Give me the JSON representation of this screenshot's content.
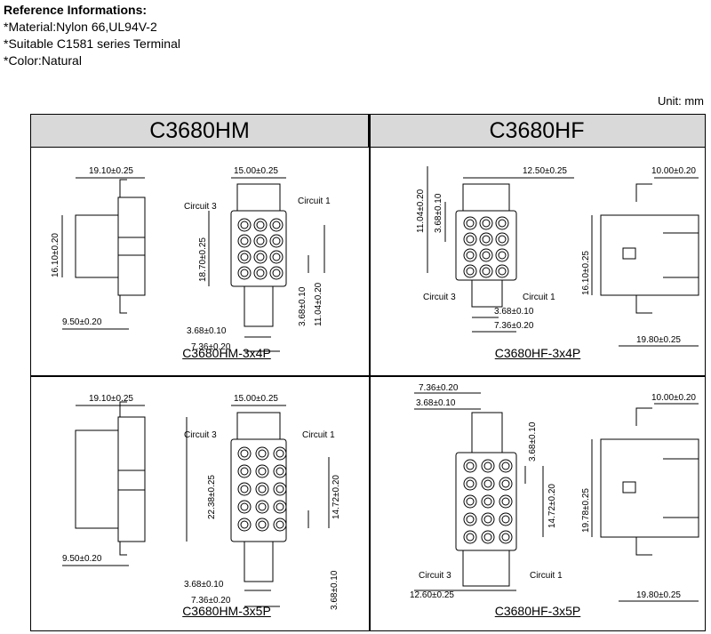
{
  "reference": {
    "title": "Reference Informations:",
    "lines": [
      "*Material:Nylon 66,UL94V-2",
      "*Suitable C1581 series Terminal",
      "*Color:Natural"
    ]
  },
  "unit": "Unit: mm",
  "headers": {
    "left": "C3680HM",
    "right": "C3680HF"
  },
  "cells": {
    "hm_3x4": {
      "caption": "C3680HM-3x4P",
      "dims": {
        "top_width": "19.10±0.25",
        "height": "16.10±0.20",
        "bottom": "9.50±0.20",
        "front_width": "15.00±0.25",
        "front_height": "18.70±0.25",
        "pitch": "3.68±0.10",
        "span": "7.36±0.20",
        "vpitch": "3.68±0.10",
        "vspan": "11.04±0.20",
        "circuit3": "Circuit 3",
        "circuit1": "Circuit 1"
      }
    },
    "hf_3x4": {
      "caption": "C3680HF-3x4P",
      "dims": {
        "vspan": "11.04±0.20",
        "vpitch": "3.68±0.10",
        "front_width": "12.50±0.25",
        "pitch": "3.68±0.10",
        "span": "7.36±0.20",
        "circuit3": "Circuit 3",
        "circuit1": "Circuit 1",
        "side_width": "10.00±0.20",
        "side_height": "16.10±0.25",
        "side_bottom": "19.80±0.25"
      }
    },
    "hm_3x5": {
      "caption": "C3680HM-3x5P",
      "dims": {
        "top_width": "19.10±0.25",
        "height": "22.38±0.25",
        "bottom": "9.50±0.20",
        "front_width": "15.00±0.25",
        "vspan": "14.72±0.20",
        "vpitch": "3.68±0.10",
        "pitch": "3.68±0.10",
        "span": "7.36±0.20",
        "circuit3": "Circuit 3",
        "circuit1": "Circuit 1"
      }
    },
    "hf_3x5": {
      "caption": "C3680HF-3x5P",
      "dims": {
        "span": "7.36±0.20",
        "pitch": "3.68±0.10",
        "vpitch": "3.68±0.10",
        "vspan": "14.72±0.20",
        "circuit3": "Circuit 3",
        "circuit1": "Circuit 1",
        "bottom": "12.60±0.25",
        "side_width": "10.00±0.20",
        "side_height": "19.78±0.25",
        "side_bottom": "19.80±0.25"
      }
    }
  }
}
